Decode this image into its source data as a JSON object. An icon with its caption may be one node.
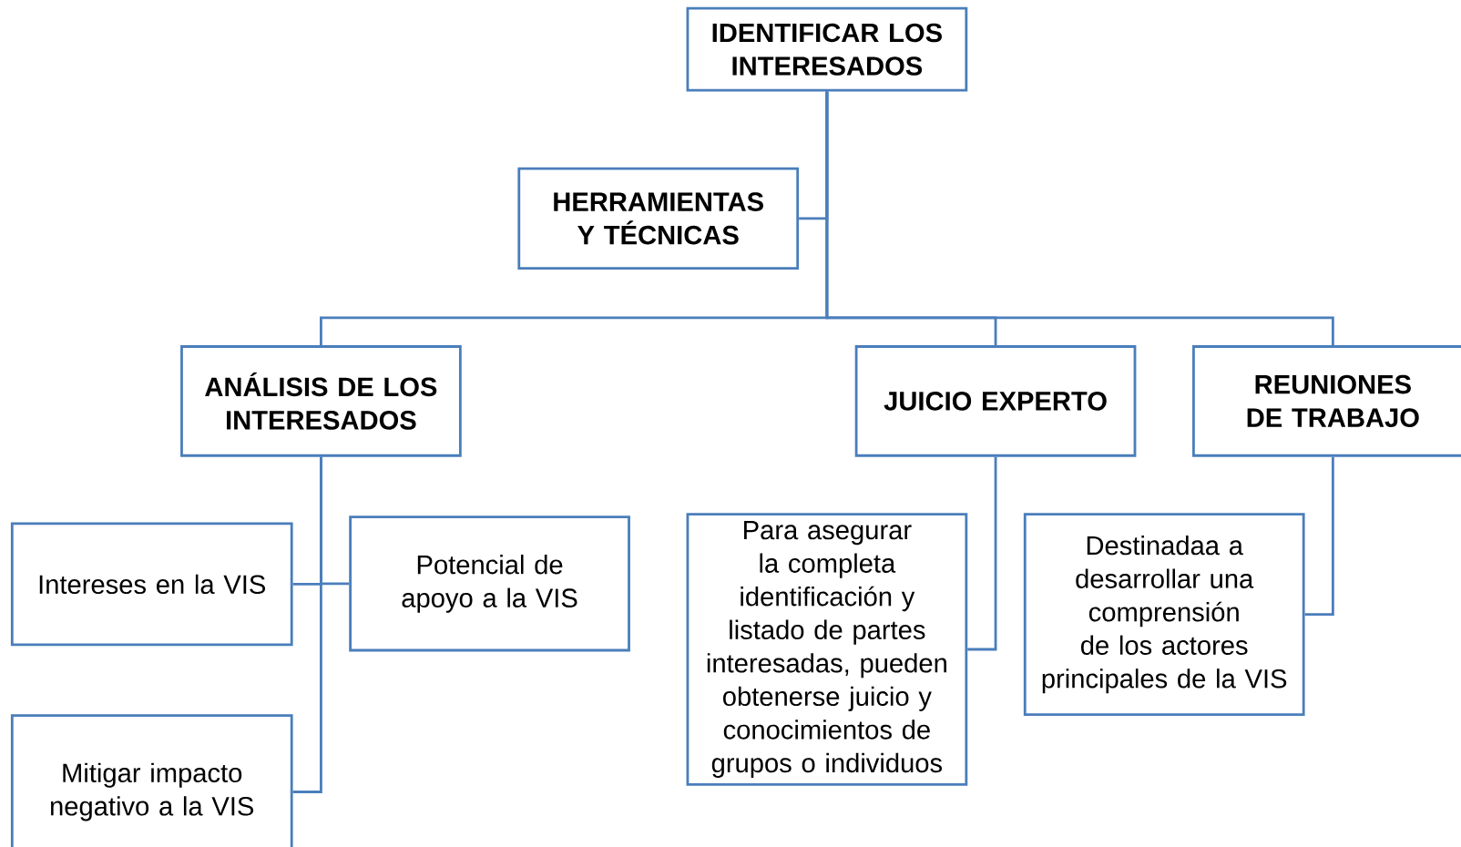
{
  "diagram": {
    "nodes": [
      {
        "text": [
          "IDENTIFICAR LOS INTERESADOS"
        ]
      },
      {
        "text": [
          "HERRAMIENTAS Y TÉCNICAS"
        ]
      },
      {
        "text": [
          "ANÁLISIS DE LOS INTERESADOS"
        ]
      },
      {
        "text": [
          "JUICIO EXPERTO"
        ]
      },
      {
        "text": [
          "REUNIONES DE TRABAJO"
        ]
      },
      {
        "text": [
          "Intereses en la VIS"
        ]
      },
      {
        "text": [
          "Potencial de apoyo a la VIS"
        ]
      },
      {
        "text": [
          "Mitigar impacto negativo a la VIS"
        ]
      },
      {
        "text": [
          "Para asegurar la completa identificación y listado de partes interesadas, pueden obtenerse juicio y conocimientos de grupos o individuos"
        ]
      },
      {
        "text": [
          "Destinadaa a desarrollar una comprensión de los actores principales de la VIS"
        ]
      }
    ],
    "edges": [
      {
        "from": 0,
        "to": 1,
        "arrow": "none"
      },
      {
        "from": 0,
        "to": 2,
        "arrow": "none"
      },
      {
        "from": 0,
        "to": 3,
        "arrow": "none"
      },
      {
        "from": 0,
        "to": 4,
        "arrow": "none"
      },
      {
        "from": 2,
        "to": 5,
        "arrow": "none"
      },
      {
        "from": 2,
        "to": 6,
        "arrow": "none"
      },
      {
        "from": 2,
        "to": 7,
        "arrow": "none"
      },
      {
        "from": 3,
        "to": 8,
        "arrow": "none"
      },
      {
        "from": 4,
        "to": 9,
        "arrow": "none"
      }
    ]
  }
}
